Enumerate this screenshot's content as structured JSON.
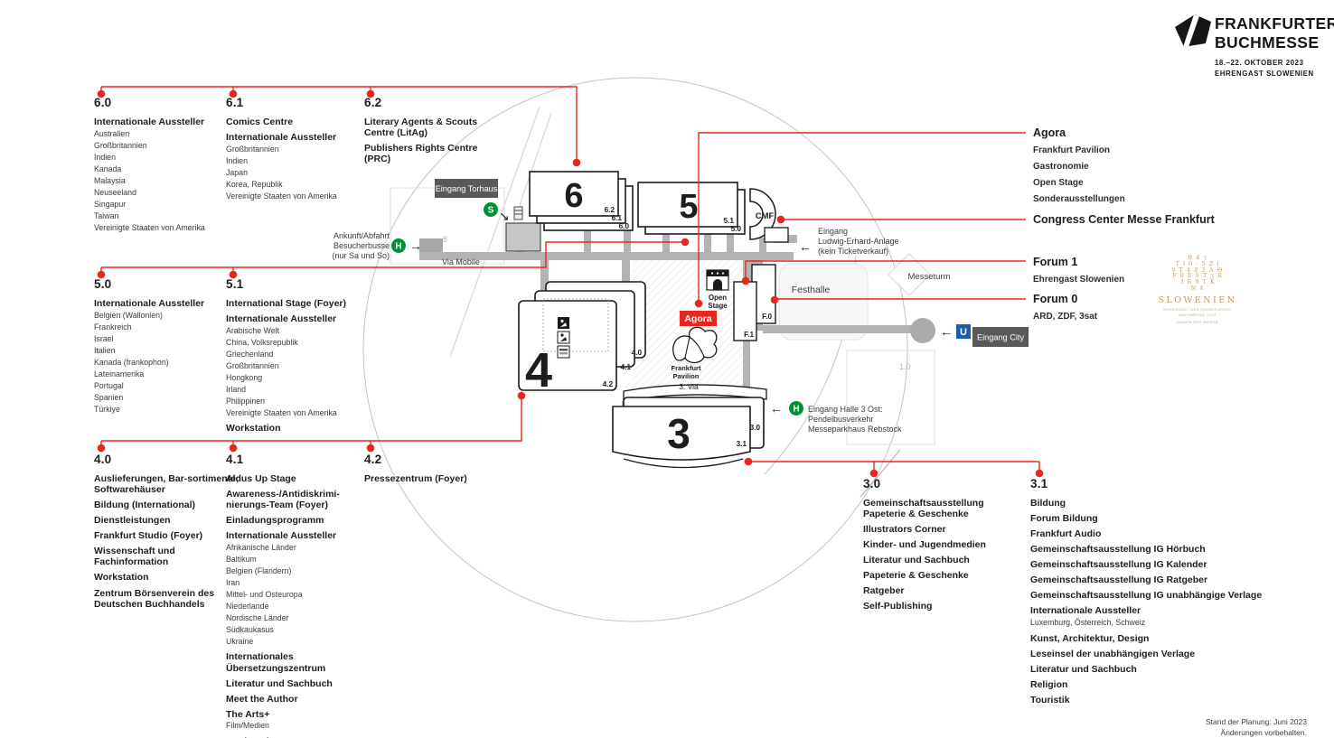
{
  "brand": {
    "title_line1": "FRANKFURTER",
    "title_line2": "BUCHMESSE",
    "date_line": "18.–22. OKTOBER 2023",
    "guest_line": "EHRENGAST SLOWENIEN"
  },
  "colors": {
    "accent_red": "#e8261e",
    "badge_gray": "#595959",
    "transit_green": "#009036",
    "transit_blue": "#1a5dab",
    "via_gray": "#b3b3b3",
    "gold": "#bb9c62"
  },
  "columns": {
    "c60": {
      "num": "6.0",
      "blocks": [
        {
          "t": "h",
          "x": "Internationale Aussteller"
        },
        {
          "t": "i",
          "x": "Australien"
        },
        {
          "t": "i",
          "x": "Großbritannien"
        },
        {
          "t": "i",
          "x": "Indien"
        },
        {
          "t": "i",
          "x": "Kanada"
        },
        {
          "t": "i",
          "x": "Malaysia"
        },
        {
          "t": "i",
          "x": "Neuseeland"
        },
        {
          "t": "i",
          "x": "Singapur"
        },
        {
          "t": "i",
          "x": "Taiwan"
        },
        {
          "t": "i",
          "x": "Vereinigte Staaten von Amerika"
        }
      ]
    },
    "c61": {
      "num": "6.1",
      "blocks": [
        {
          "t": "h",
          "x": "Comics Centre"
        },
        {
          "t": "h",
          "x": "Internationale Aussteller"
        },
        {
          "t": "i",
          "x": "Großbritannien"
        },
        {
          "t": "i",
          "x": "Indien"
        },
        {
          "t": "i",
          "x": "Japan"
        },
        {
          "t": "i",
          "x": "Korea, Republik"
        },
        {
          "t": "i",
          "x": "Vereinigte Staaten von Amerika"
        }
      ]
    },
    "c62": {
      "num": "6.2",
      "blocks": [
        {
          "t": "h",
          "x": "Literary Agents & Scouts Centre (LitAg)"
        },
        {
          "t": "h",
          "x": "Publishers Rights Centre (PRC)"
        }
      ]
    },
    "c50": {
      "num": "5.0",
      "blocks": [
        {
          "t": "h",
          "x": "Internationale Aussteller"
        },
        {
          "t": "i",
          "x": "Belgien (Wallonien)"
        },
        {
          "t": "i",
          "x": "Frankreich"
        },
        {
          "t": "i",
          "x": "Israel"
        },
        {
          "t": "i",
          "x": "Italien"
        },
        {
          "t": "i",
          "x": "Kanada (frankophon)"
        },
        {
          "t": "i",
          "x": "Lateinamerika"
        },
        {
          "t": "i",
          "x": "Portugal"
        },
        {
          "t": "i",
          "x": "Spanien"
        },
        {
          "t": "i",
          "x": "Türkiye"
        }
      ]
    },
    "c51": {
      "num": "5.1",
      "blocks": [
        {
          "t": "h",
          "x": "International Stage (Foyer)"
        },
        {
          "t": "h",
          "x": "Internationale Aussteller"
        },
        {
          "t": "i",
          "x": "Arabische Welt"
        },
        {
          "t": "i",
          "x": "China, Volksrepublik"
        },
        {
          "t": "i",
          "x": "Griechenland"
        },
        {
          "t": "i",
          "x": "Großbritannien"
        },
        {
          "t": "i",
          "x": "Hongkong"
        },
        {
          "t": "i",
          "x": "Irland"
        },
        {
          "t": "i",
          "x": "Philippinen"
        },
        {
          "t": "i",
          "x": "Vereinigte Staaten von Amerika"
        },
        {
          "t": "h",
          "x": "Workstation"
        }
      ]
    },
    "c40": {
      "num": "4.0",
      "blocks": [
        {
          "t": "h",
          "x": "Auslieferungen, Bar-sortimente, Softwarehäuser"
        },
        {
          "t": "h",
          "x": "Bildung (International)"
        },
        {
          "t": "h",
          "x": "Dienstleistungen"
        },
        {
          "t": "h",
          "x": "Frankfurt Studio (Foyer)"
        },
        {
          "t": "h",
          "x": "Wissenschaft und Fachinformation"
        },
        {
          "t": "h",
          "x": "Workstation"
        },
        {
          "t": "h",
          "x": "Zentrum Börsenverein des Deutschen Buchhandels"
        }
      ]
    },
    "c41": {
      "num": "4.1",
      "blocks": [
        {
          "t": "h",
          "x": "Aldus Up Stage"
        },
        {
          "t": "h",
          "x": "Awareness-/Antidiskrimi-nierungs-Team (Foyer)"
        },
        {
          "t": "h",
          "x": "Einladungsprogramm"
        },
        {
          "t": "h",
          "x": "Internationale Aussteller"
        },
        {
          "t": "i",
          "x": "Afrikanische Länder"
        },
        {
          "t": "i",
          "x": "Baltikum"
        },
        {
          "t": "i",
          "x": "Belgien (Flandern)"
        },
        {
          "t": "i",
          "x": "Iran"
        },
        {
          "t": "i",
          "x": "Mittel- und Osteuropa"
        },
        {
          "t": "i",
          "x": "Niederlande"
        },
        {
          "t": "i",
          "x": "Nordische Länder"
        },
        {
          "t": "i",
          "x": "Südkaukasus"
        },
        {
          "t": "i",
          "x": "Ukraine"
        },
        {
          "t": "h",
          "x": "Internationales Übersetzungszentrum"
        },
        {
          "t": "h",
          "x": "Literatur und Sachbuch"
        },
        {
          "t": "h",
          "x": "Meet the Author"
        },
        {
          "t": "h",
          "x": "The Arts+"
        },
        {
          "t": "i",
          "x": "Film/Medien"
        },
        {
          "t": "h",
          "x": "Workstation"
        }
      ]
    },
    "c42": {
      "num": "4.2",
      "blocks": [
        {
          "t": "h",
          "x": "Pressezentrum (Foyer)"
        }
      ]
    },
    "c30": {
      "num": "3.0",
      "blocks": [
        {
          "t": "h",
          "x": "Gemeinschaftsausstellung Papeterie & Geschenke"
        },
        {
          "t": "h",
          "x": "Illustrators Corner"
        },
        {
          "t": "h",
          "x": "Kinder- und Jugendmedien"
        },
        {
          "t": "h",
          "x": "Literatur und Sachbuch"
        },
        {
          "t": "h",
          "x": "Papeterie & Geschenke"
        },
        {
          "t": "h",
          "x": "Ratgeber"
        },
        {
          "t": "h",
          "x": "Self-Publishing"
        }
      ]
    },
    "c31": {
      "num": "3.1",
      "blocks": [
        {
          "t": "h",
          "x": "Bildung"
        },
        {
          "t": "h",
          "x": "Forum Bildung"
        },
        {
          "t": "h",
          "x": "Frankfurt Audio"
        },
        {
          "t": "h",
          "x": "Gemeinschaftsausstellung IG Hörbuch"
        },
        {
          "t": "h",
          "x": "Gemeinschaftsausstellung IG Kalender"
        },
        {
          "t": "h",
          "x": "Gemeinschaftsausstellung IG Ratgeber"
        },
        {
          "t": "h",
          "x": "Gemeinschaftsausstellung IG unabhängige Verlage"
        },
        {
          "t": "h",
          "x": "Internationale Aussteller"
        },
        {
          "t": "i",
          "x": "Luxemburg, Österreich, Schweiz"
        },
        {
          "t": "h",
          "x": "Kunst, Architektur, Design"
        },
        {
          "t": "h",
          "x": "Leseinsel der unabhängigen Verlage"
        },
        {
          "t": "h",
          "x": "Literatur und Sachbuch"
        },
        {
          "t": "h",
          "x": "Religion"
        },
        {
          "t": "h",
          "x": "Touristik"
        }
      ]
    }
  },
  "right": {
    "agora": {
      "title": "Agora",
      "blocks": [
        {
          "t": "r",
          "x": "Frankfurt Pavilion"
        },
        {
          "t": "r",
          "x": "Gastronomie"
        },
        {
          "t": "r",
          "x": "Open Stage"
        },
        {
          "t": "r",
          "x": "Sonderausstellungen"
        }
      ]
    },
    "ccmf": {
      "title": "Congress Center Messe Frankfurt"
    },
    "forum1": {
      "title": "Forum 1",
      "blocks": [
        {
          "t": "r",
          "x": "Ehrengast Slowenien"
        }
      ]
    },
    "forum0": {
      "title": "Forum 0",
      "blocks": [
        {
          "t": "r",
          "x": "ARD, ZDF, 3sat"
        }
      ]
    }
  },
  "map": {
    "halls": {
      "h6": {
        "n": "6",
        "tags": [
          "6.2",
          "6.1",
          "6.0"
        ]
      },
      "h5": {
        "n": "5",
        "tags": [
          "5.1",
          "5.0"
        ]
      },
      "h4": {
        "n": "4",
        "tags": [
          "4.0",
          "4.1",
          "4.2"
        ]
      },
      "h3": {
        "n": "3",
        "tags": [
          "3.0",
          "3.1"
        ]
      }
    },
    "cmf": "CMF",
    "festhalle": "Festhalle",
    "messeturm": "Messeturm",
    "via_mobile": "Via Mobile",
    "via3": "3. Via",
    "f0": "F.0",
    "f1": "F.1",
    "ghost8": "8",
    "ghost10": "1.0",
    "agora_badge": "Agora",
    "open_stage": [
      "Open",
      "Stage"
    ],
    "pavilion": [
      "Frankfurt",
      "Pavilion"
    ],
    "torhaus_badge": "Eingang Torhaus",
    "city_badge": "Eingang City",
    "bus_note": [
      "Ankunft/Abfahrt",
      "Besucherbusse",
      "(nur Sa und So)"
    ],
    "lea_note": [
      "Eingang",
      "Ludwig-Erhard-Anlage",
      "(kein Ticketverkauf)"
    ],
    "h3ost_note": [
      "Eingang Halle 3 Ost:",
      "Pendelbusverkehr",
      "Messeparkhaus Rebstock"
    ],
    "icons": {
      "s_badge": "S",
      "h_badge": "H",
      "u_badge": "U",
      "arrow_right": "→",
      "arrow_left": "←",
      "arrow_down_right": "↘"
    }
  },
  "slovenia": {
    "cluster": [
      {
        "t": "g",
        "x": "B 4 ⁊"
      },
      {
        "t": "g",
        "x": "T l 0 · 5 Z l"
      },
      {
        "t": "g",
        "x": "9 T 4 Ƨ 2 A Ꝋ"
      },
      {
        "t": "g",
        "x": "F 0 E 5 T ʒ R"
      },
      {
        "t": "g",
        "x": "3 R 9 T K"
      },
      {
        "t": "g",
        "x": "N 4"
      }
    ],
    "name": "SLOWENIEN",
    "sub1": "EHRENGAST DER FRANKFURTER BUCHMESSE 2023",
    "sub2": "WABEN DER WORTE"
  },
  "footer": {
    "line1": "Stand der Planung: Juni 2023",
    "line2": "Änderungen vorbehalten."
  }
}
